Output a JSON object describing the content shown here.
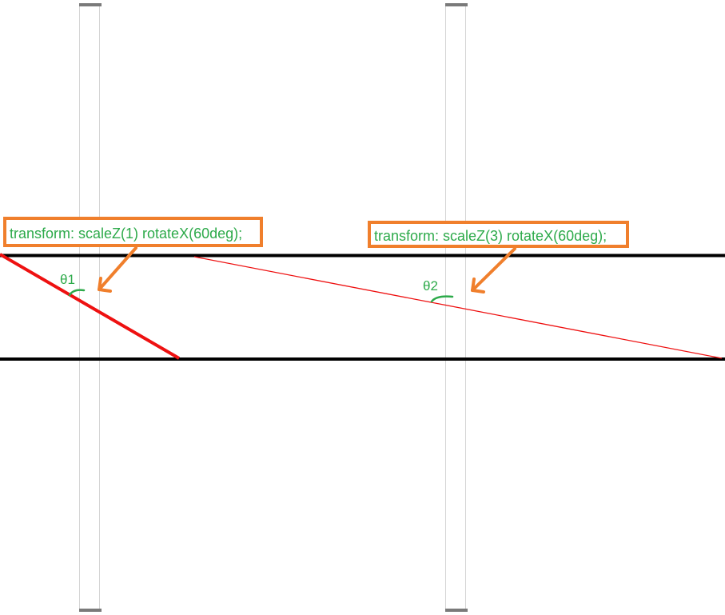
{
  "annotations": {
    "left_label": "transform: scaleZ(1) rotateX(60deg);",
    "right_label": "transform: scaleZ(3) rotateX(60deg);",
    "theta_left": "θ1",
    "theta_right": "θ2"
  },
  "colors": {
    "plane_lines": "#000000",
    "projected_lines": "#ee1111",
    "callout_border": "#f07f2c",
    "annotation_text": "#2daa4a",
    "pillar_border": "#d4d4d4",
    "pillar_cap": "#7a7a7a"
  }
}
